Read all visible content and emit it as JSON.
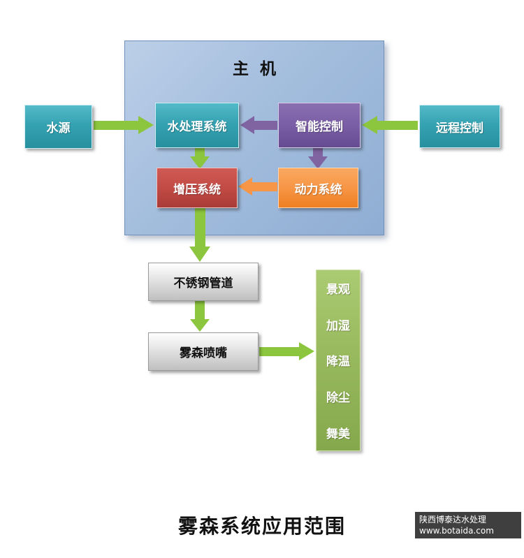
{
  "page": {
    "caption": "雾森系统应用范围",
    "watermark": {
      "line1": "陕西博泰达水处理",
      "line2": "www.botaida.com"
    }
  },
  "main_unit": {
    "label": "主  机"
  },
  "nodes": {
    "water_source": {
      "label": "水源"
    },
    "water_treatment": {
      "label": "水处理系统"
    },
    "smart_control": {
      "label": "智能控制"
    },
    "booster_system": {
      "label": "增压系统"
    },
    "power_system": {
      "label": "动力系统"
    },
    "remote_control": {
      "label": "远程控制"
    },
    "steel_pipe": {
      "label": "不锈钢管道"
    },
    "fog_nozzle": {
      "label": "雾森喷嘴"
    }
  },
  "applications": {
    "items": [
      "景观",
      "加湿",
      "降温",
      "除尘",
      "舞美"
    ]
  },
  "colors": {
    "teal": "#35a2b2",
    "purple": "#7a5ea6",
    "red": "#c24b45",
    "orange": "#f79646",
    "green_box": "#97b85c",
    "green_arrow": "#8cc63f",
    "main_panel": "#a3bddd"
  }
}
